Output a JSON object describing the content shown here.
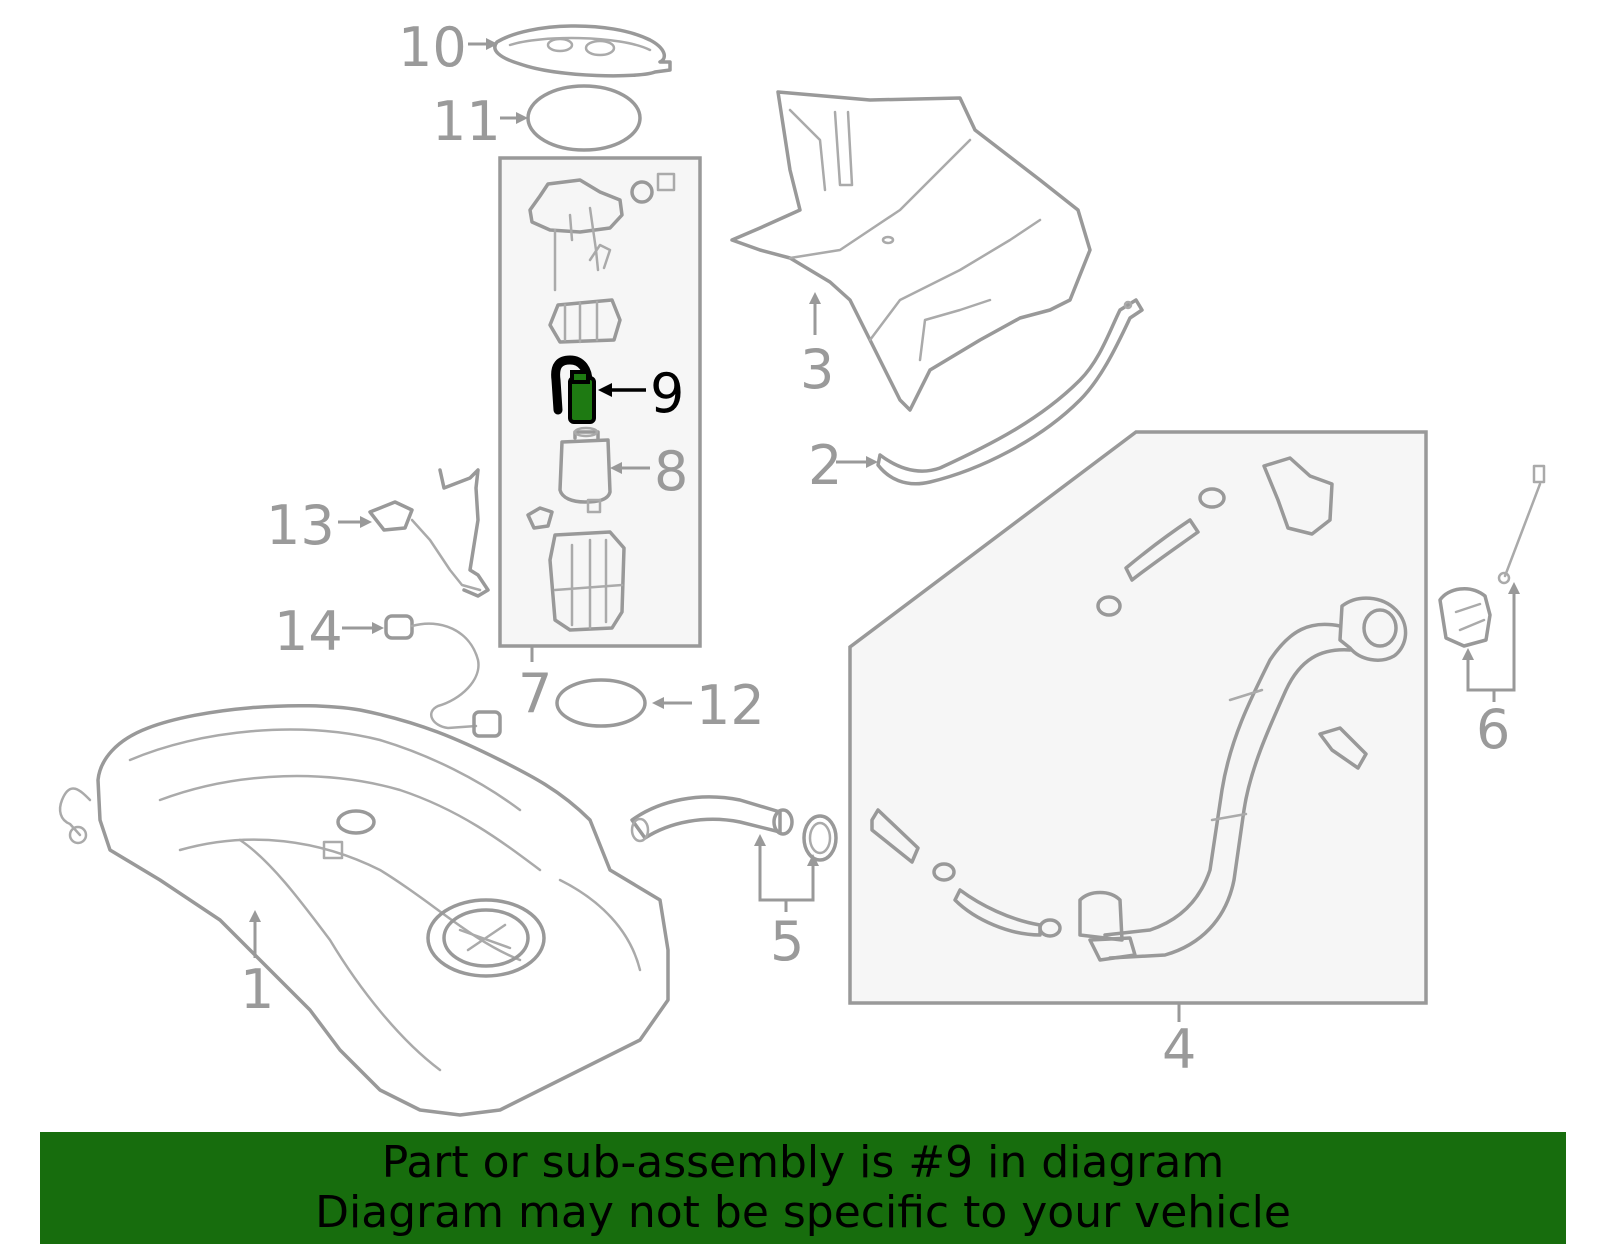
{
  "callouts": {
    "c1": "1",
    "c2": "2",
    "c3": "3",
    "c4": "4",
    "c5": "5",
    "c6": "6",
    "c7": "7",
    "c8": "8",
    "c9": "9",
    "c10": "10",
    "c11": "11",
    "c12": "12",
    "c13": "13",
    "c14": "14"
  },
  "highlight": {
    "part_number": "9",
    "color": "#1e7a12"
  },
  "banner": {
    "line1": "Part or sub-assembly is #9 in diagram",
    "line2": "Diagram may not be specific to your vehicle",
    "background": "#176d0d"
  }
}
